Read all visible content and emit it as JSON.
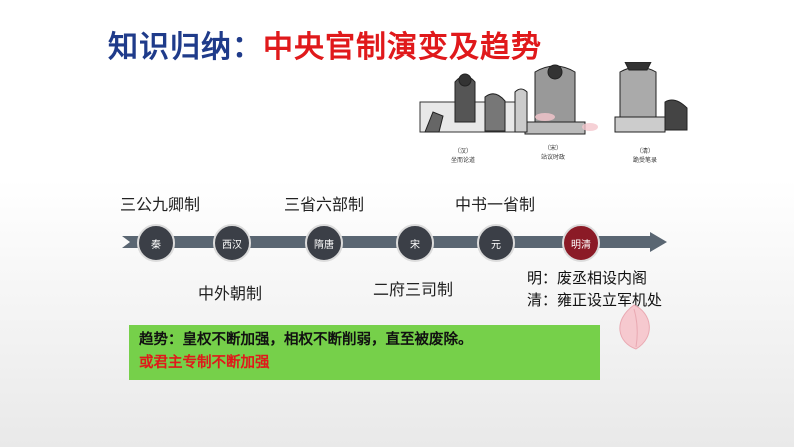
{
  "title": {
    "part1": "知识归纳：",
    "part2": "中央官制演变及趋势"
  },
  "illustrations": {
    "captions": [
      "（汉）\n坐而论道",
      "（宋）\n站议时政",
      "（清）\n跪受笔录"
    ]
  },
  "timeline": {
    "nodes": [
      "秦",
      "西汉",
      "隋唐",
      "宋",
      "元",
      "明清"
    ],
    "labels_above": [
      "三公九卿制",
      "三省六部制",
      "中书一省制"
    ],
    "labels_below": [
      "中外朝制",
      "二府三司制"
    ]
  },
  "note": {
    "line1": "明：废丞相设内阁",
    "line2": "清：雍正设立军机处"
  },
  "trend": {
    "line1": "趋势：皇权不断加强，相权不断削弱，直至被废除。",
    "line2": "或君主专制不断加强"
  },
  "colors": {
    "title_blue": "#1f3b8a",
    "title_red": "#e0191b",
    "node": "#3b3f47",
    "node_highlight": "#8b1a26",
    "trend_bg": "#76d04a"
  }
}
